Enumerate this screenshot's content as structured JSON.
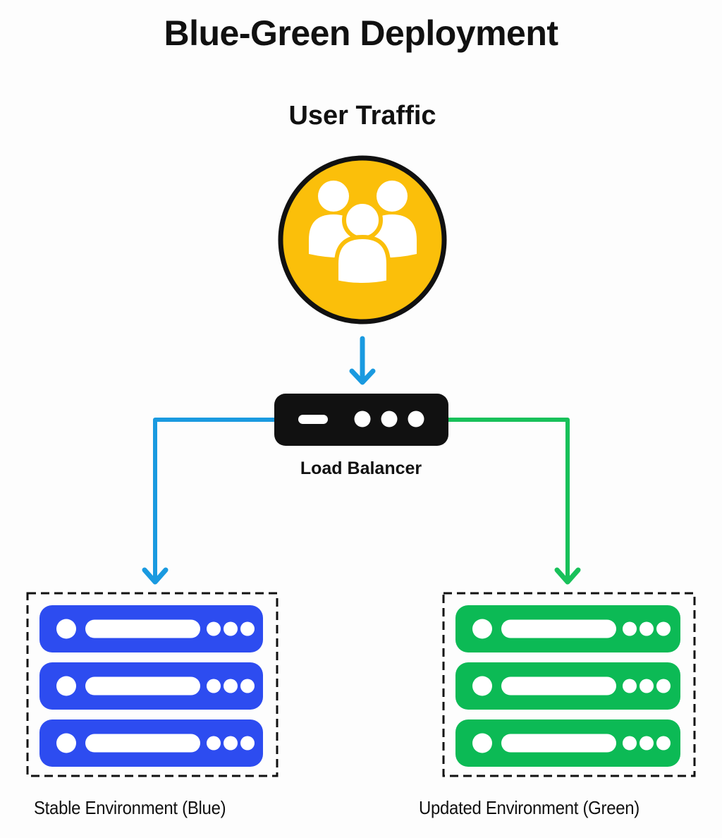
{
  "title": "Blue-Green Deployment",
  "source": {
    "label": "User Traffic",
    "icon": "users-group-icon",
    "color": "#fbbf0a"
  },
  "load_balancer": {
    "label": "Load Balancer",
    "icon": "load-balancer-device-icon",
    "color": "#111111"
  },
  "routes": [
    {
      "from": "User Traffic",
      "to": "Load Balancer",
      "color": "#1a9ae0"
    },
    {
      "from": "Load Balancer",
      "to": "Stable Environment (Blue)",
      "color": "#1a9ae0"
    },
    {
      "from": "Load Balancer",
      "to": "Updated Environment (Green)",
      "color": "#18c15a"
    }
  ],
  "environments": [
    {
      "label": "Stable Environment (Blue)",
      "color": "#2d4cf0",
      "servers": 3,
      "icon": "server-stack-icon"
    },
    {
      "label": "Updated Environment (Green)",
      "color": "#0cba55",
      "servers": 3,
      "icon": "server-stack-icon"
    }
  ]
}
